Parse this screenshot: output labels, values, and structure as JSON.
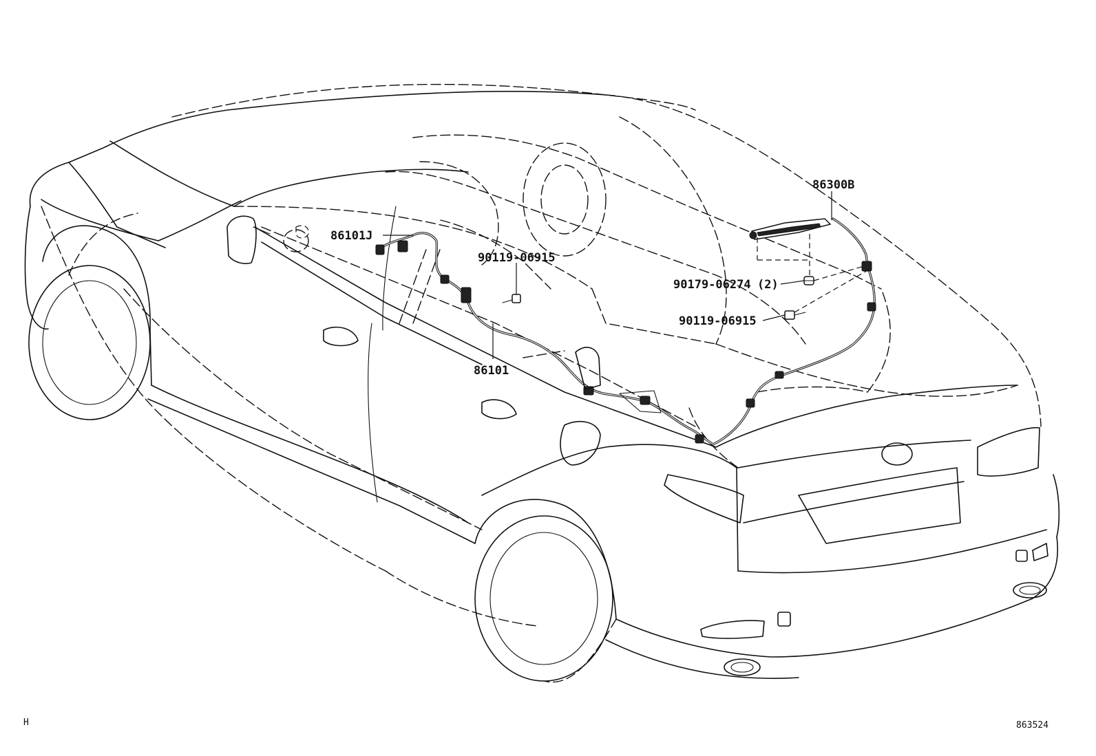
{
  "callouts": {
    "antenna_assembly": "86300B",
    "front_cord": "86101J",
    "cord": "86101",
    "bolt_upper": "90119-06915",
    "nut": "90179-06274",
    "nut_qty": "(2)",
    "bolt_lower": "90119-06915"
  },
  "footer": {
    "left_code": "H",
    "figure_number": "863524"
  }
}
